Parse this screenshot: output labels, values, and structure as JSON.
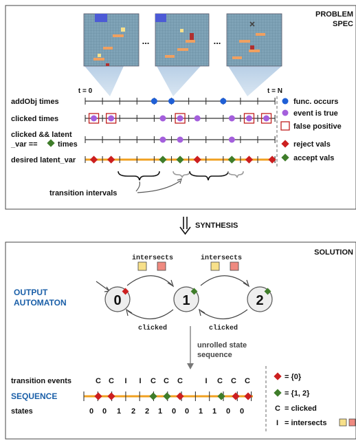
{
  "problem": {
    "title_line1": "PROBLEM",
    "title_line2": "SPEC",
    "ellipsis_1": "...",
    "ellipsis_2": "...",
    "t_start": "t = 0",
    "t_end": "t = N",
    "row_labels": {
      "addobj": "addObj times",
      "clicked": "clicked times",
      "latent_line1": "clicked && latent",
      "latent_line2_a": "_var ==",
      "latent_line2_b": "times",
      "desired": "desired latent_var"
    },
    "legend": {
      "func_occurs": "func. occurs",
      "event_true": "event is true",
      "false_positive": "false positive",
      "reject_vals": "reject vals",
      "accept_vals": "accept vals"
    },
    "transition_intervals": "transition intervals"
  },
  "synthesis_label": "SYNTHESIS",
  "solution": {
    "title": "SOLUTION",
    "output_line1": "OUTPUT",
    "output_line2": "AUTOMATON",
    "intersects_1": "intersects",
    "intersects_2": "intersects",
    "clicked_1": "clicked",
    "clicked_2": "clicked",
    "states": [
      "0",
      "1",
      "2"
    ],
    "unrolled_line1": "unrolled state",
    "unrolled_line2": "sequence",
    "transition_events_label": "transition events",
    "sequence_label": "SEQUENCE",
    "states_label": "states",
    "events": [
      "C",
      "C",
      "I",
      "I",
      "C",
      "C",
      "C",
      "I",
      "C",
      "C",
      "C"
    ],
    "state_values": [
      "0",
      "0",
      "1",
      "2",
      "2",
      "1",
      "0",
      "0",
      "1",
      "1",
      "0",
      "0"
    ],
    "legend": {
      "reject": "= {0}",
      "accept": "= {1, 2}",
      "c_key": "C",
      "c_val": "= clicked",
      "i_key": "I",
      "i_val": "= intersects"
    }
  },
  "colors": {
    "blue_dot": "#1f5fd6",
    "purple_dot": "#a45fdc",
    "reject_red": "#cc1f1f",
    "accept_green": "#3f7d2a",
    "timeline_orange": "#f0a020",
    "section_blue": "#1a5fa8",
    "yellow_box": "#f7e08a",
    "red_box": "#ef8a80"
  }
}
